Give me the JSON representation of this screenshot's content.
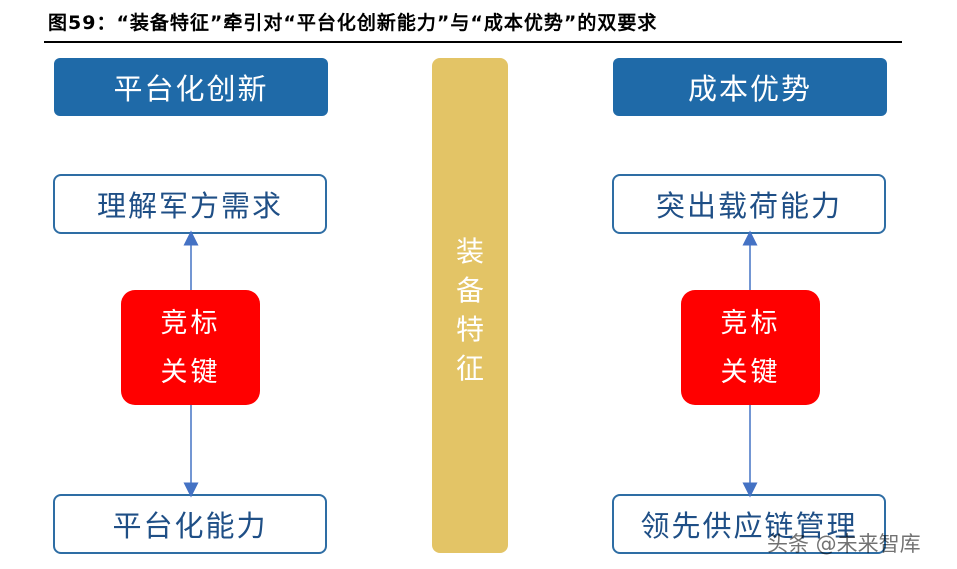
{
  "figure_title": "图59：“装备特征”牵引对“平台化创新能力”与“成本优势”的双要求",
  "left": {
    "header": "平台化创新",
    "top_box": "理解军方需求",
    "key_line1": "竞标",
    "key_line2": "关键",
    "bottom_box": "平台化能力"
  },
  "center": {
    "chars": [
      "装",
      "备",
      "特",
      "征"
    ]
  },
  "right": {
    "header": "成本优势",
    "top_box": "突出载荷能力",
    "key_line1": "竞标",
    "key_line2": "关键",
    "bottom_box": "领先供应链管理"
  },
  "watermark": "头条 @未来智库",
  "colors": {
    "header_blue": "#1f6aa8",
    "box_border": "#2e6da4",
    "key_red": "#ff0000",
    "center_gold": "#e3c466",
    "arrow_blue": "#4472c4"
  }
}
